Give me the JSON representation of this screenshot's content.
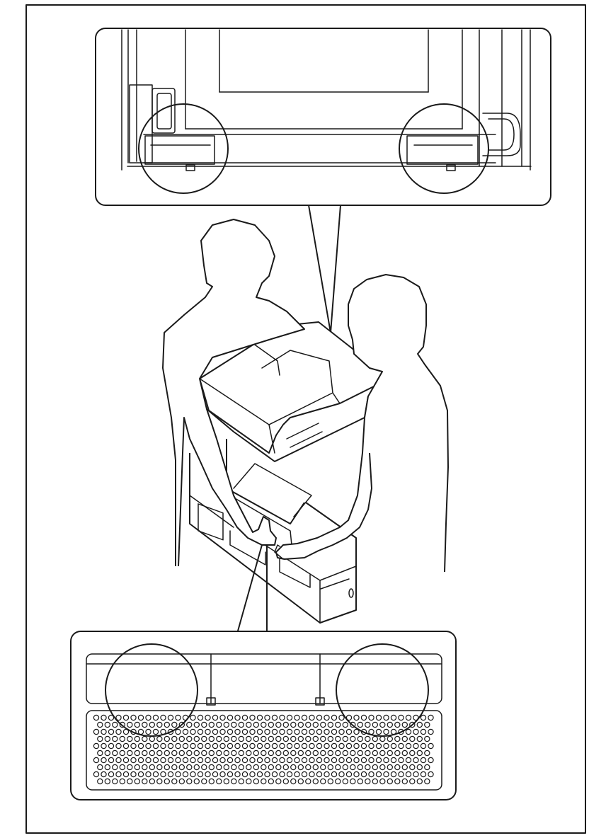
{
  "figure": {
    "type": "instruction-illustration",
    "icons": {
      "frame": "figure-frame",
      "top_callout": "top-grip-points-callout",
      "bottom_callout": "bottom-handle-callout",
      "person_left": "person-silhouette-icon",
      "person_right": "person-silhouette-icon",
      "device": "multifunction-printer-icon"
    },
    "colors": {
      "stroke": "#1a1a1a",
      "background": "#ffffff"
    }
  }
}
